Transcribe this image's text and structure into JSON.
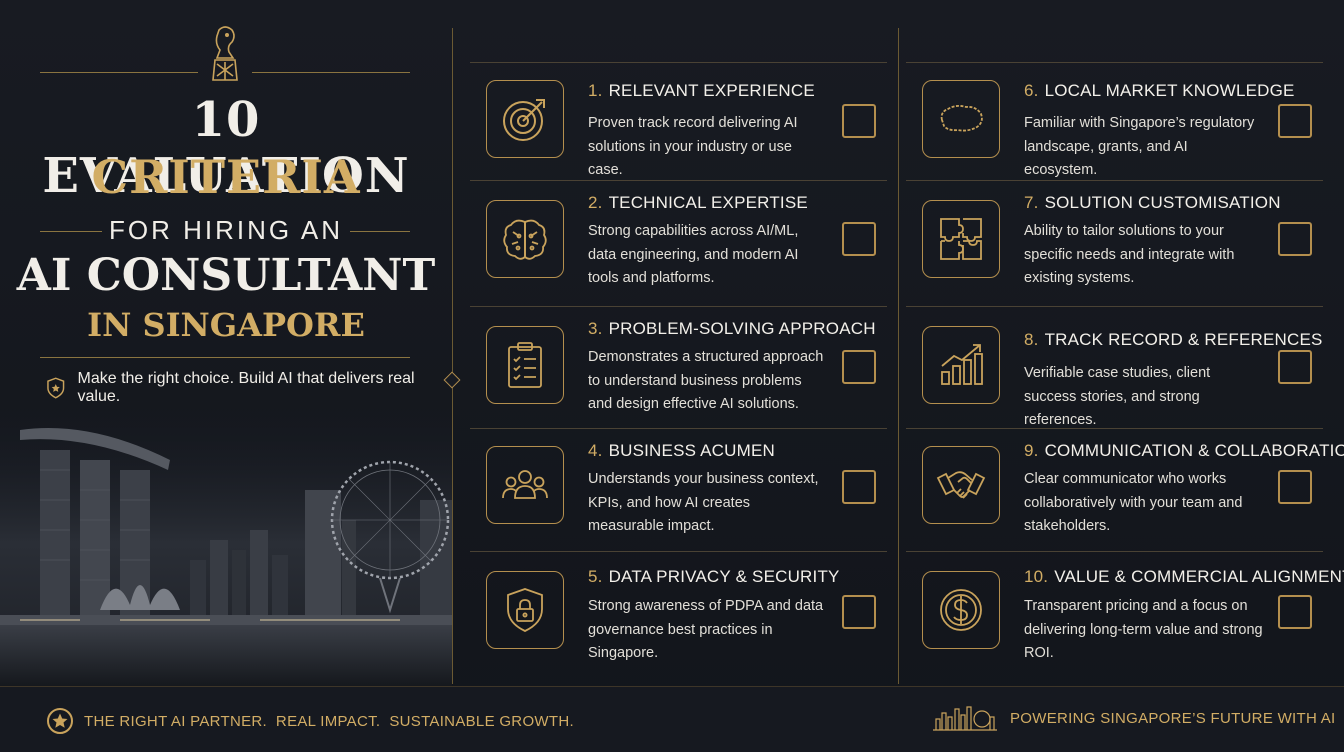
{
  "header": {
    "title_line1": "10 EVALUATION",
    "title_line2": "CRITERIA",
    "title_line3": "FOR HIRING AN",
    "title_line4": "AI CONSULTANT",
    "title_line5": "IN SINGAPORE",
    "tagline": "Make the right choice. Build AI that delivers real value."
  },
  "criteria": [
    {
      "num": "1.",
      "title": "RELEVANT EXPERIENCE",
      "desc": "Proven track record delivering AI solutions in your industry or use case.",
      "icon": "target-icon"
    },
    {
      "num": "2.",
      "title": "TECHNICAL EXPERTISE",
      "desc": "Strong capabilities across AI/ML, data engineering, and modern AI tools and platforms.",
      "icon": "brain-icon"
    },
    {
      "num": "3.",
      "title": "PROBLEM-SOLVING APPROACH",
      "desc": "Demonstrates a structured approach to understand business problems and design effective AI solutions.",
      "icon": "clipboard-checklist-icon"
    },
    {
      "num": "4.",
      "title": "BUSINESS ACUMEN",
      "desc": "Understands your business context, KPIs, and how AI creates measurable impact.",
      "icon": "team-icon"
    },
    {
      "num": "5.",
      "title": "DATA PRIVACY & SECURITY",
      "desc": "Strong awareness of PDPA and data governance best practices in Singapore.",
      "icon": "shield-lock-icon"
    },
    {
      "num": "6.",
      "title": "LOCAL MARKET KNOWLEDGE",
      "desc": "Familiar with Singapore’s regulatory landscape, grants, and AI ecosystem.",
      "icon": "singapore-map-icon"
    },
    {
      "num": "7.",
      "title": "SOLUTION CUSTOMISATION",
      "desc": "Ability to tailor solutions to your specific needs and integrate with existing systems.",
      "icon": "puzzle-icon"
    },
    {
      "num": "8.",
      "title": "TRACK RECORD & REFERENCES",
      "desc": "Verifiable case studies, client success stories, and strong references.",
      "icon": "growth-chart-icon"
    },
    {
      "num": "9.",
      "title": "COMMUNICATION & COLLABORATION",
      "desc": "Clear communicator who works collaboratively with your team and stakeholders.",
      "icon": "handshake-icon"
    },
    {
      "num": "10.",
      "title": "VALUE & COMMERCIAL ALIGNMENT",
      "desc": "Transparent pricing and a focus on delivering long-term value and strong ROI.",
      "icon": "dollar-coin-icon"
    }
  ],
  "footer": {
    "left": "THE RIGHT AI PARTNER.  REAL IMPACT.  SUSTAINABLE GROWTH.",
    "right": "POWERING SINGAPORE’S FUTURE WITH AI"
  },
  "colors": {
    "gold": "#d2ad65",
    "background": "#14171e",
    "text": "#f1eee8"
  }
}
